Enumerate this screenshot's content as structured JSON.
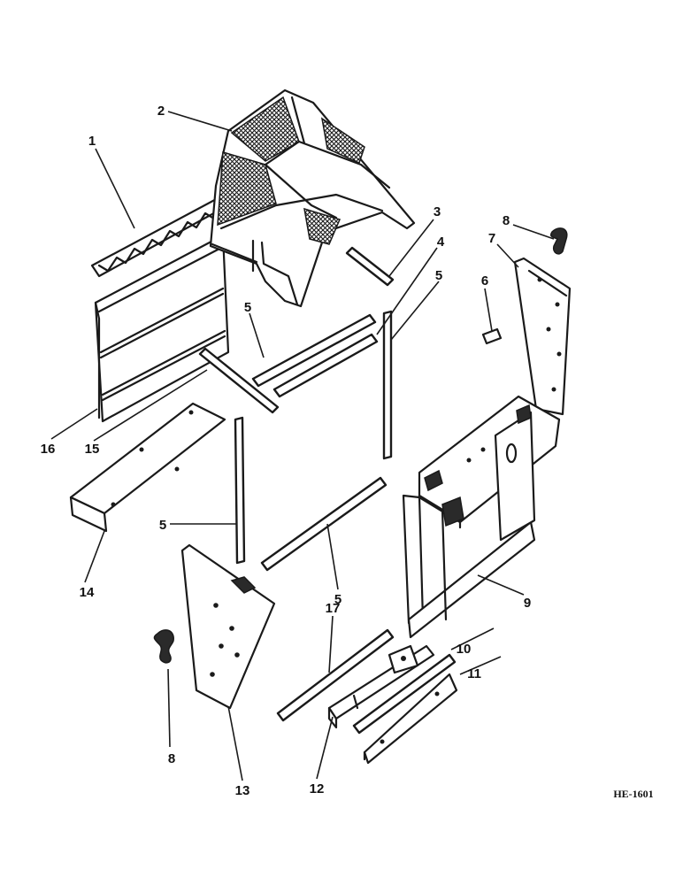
{
  "figure": {
    "drawing_code": "HE-1601",
    "callouts": [
      "1",
      "2",
      "3",
      "4",
      "5",
      "5",
      "5",
      "5",
      "6",
      "7",
      "8",
      "8",
      "9",
      "10",
      "11",
      "12",
      "13",
      "14",
      "15",
      "16",
      "17"
    ]
  }
}
